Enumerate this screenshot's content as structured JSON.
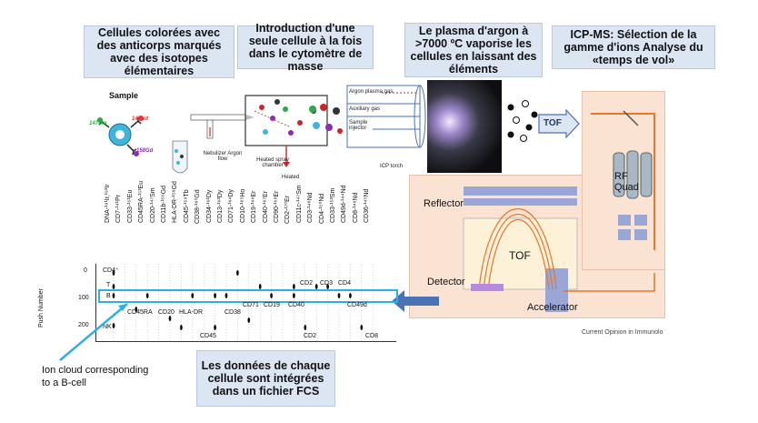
{
  "callouts": {
    "cells": "Cellules colorées avec des anticorps marqués avec des isotopes élémentaires",
    "intro": "Introduction d'une seule cellule à la fois dans le cytomètre de masse",
    "plasma": "Le plasma d'argon à >7000 ºC vaporise les cellules en laissant des éléments",
    "icpms": "ICP-MS: Sélection de la gamme d'ions Analyse du «temps de vol»",
    "fcs": "Les données de chaque cellule sont intégrées dans un fichier FCS"
  },
  "sample": {
    "title": "Sample",
    "isotopes": [
      "147Sm",
      "145Nd",
      "158Gd"
    ],
    "nebulizer": "Nebulizer Argon flow",
    "spray_chamber": "Heated spray chamber",
    "heated": "Heated"
  },
  "torch": {
    "gas1": "Argon plasma gas",
    "gas2": "Auxiliary gas",
    "injector": "Sample injector",
    "label": "ICP torch"
  },
  "tof": {
    "arrow": "TOF",
    "rf_quad": "RF Quad",
    "reflector": "Reflector",
    "tof_label": "TOF",
    "detector": "Detector",
    "accelerator": "Accelerator",
    "credit": "Current Opinion in Immunolo"
  },
  "plot": {
    "y_axis": "Push Number",
    "y_ticks": [
      "0",
      "100",
      "200"
    ],
    "rows": [
      "CD4⁺",
      "T",
      "B",
      "NK"
    ],
    "channels": [
      "DNA-¹⁹¹Ir,¹⁹³Ir",
      "CD7-¹⁴¹Pr",
      "CD33-¹⁵¹Eu",
      "CD45RA-¹⁵³Eu",
      "CD20-¹⁴⁷Sm",
      "CD11b-¹⁵⁶Gd",
      "HLA-DR-¹⁵⁸Gd",
      "CD45-¹⁵⁹Tb",
      "CD38-¹⁶⁰Gd",
      "CD34-¹⁶¹Dy",
      "CD13-¹⁶²Dy",
      "CD71-¹⁶⁴Dy",
      "CD10-¹⁶⁵Ho",
      "CD19-¹⁶⁶Er",
      "CD40-¹⁶⁷Er",
      "CD90-¹⁶⁸Er",
      "CD2-¹⁷⁰Er",
      "CD11c-¹⁴⁷Sm",
      "CD3-¹⁴⁸Nd",
      "CD4-¹⁵⁰Nd",
      "CD33-¹⁵²Sm",
      "CD49d-¹⁴⁴Nd",
      "CD8-¹⁴⁶Nd",
      "CD36-¹⁴⁵Nd"
    ],
    "markers_top": [
      "CD2",
      "CD3",
      "CD4"
    ],
    "markers_b": [
      "CD45RA",
      "CD20",
      "HLA-DR",
      "CD38",
      "CD71",
      "CD19",
      "CD40",
      "CD49d"
    ],
    "markers_bottom": [
      "CD45",
      "CD2",
      "CD8"
    ]
  },
  "ion_cloud": "Ion cloud corresponding to a B-cell",
  "colors": {
    "callout_bg": "#dce6f2",
    "highlight": "#2bb0e6",
    "panel_bg": "#fbe3d3",
    "orange": "#e8762b",
    "arrow_blue": "#4a73b6"
  }
}
